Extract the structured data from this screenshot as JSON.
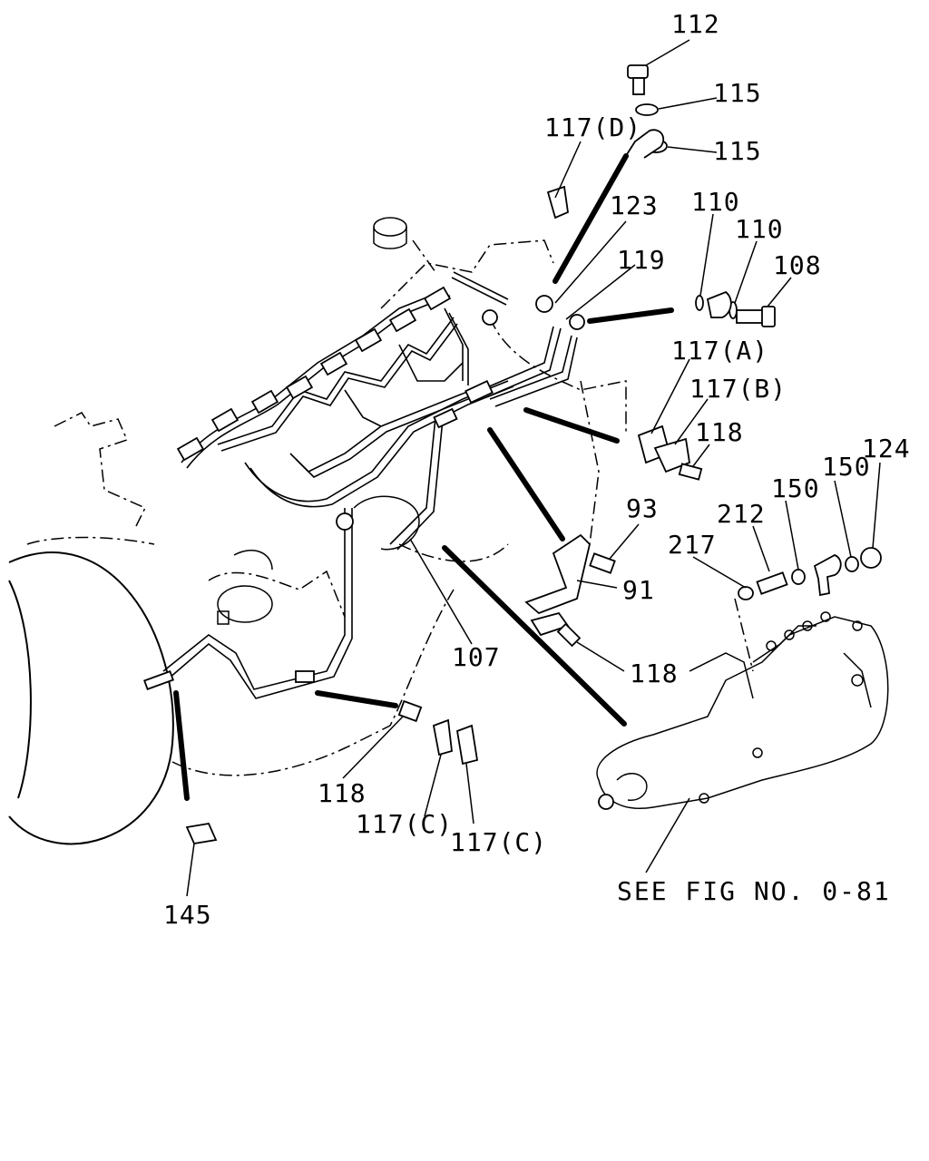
{
  "callouts": {
    "c112": "112",
    "c115a": "115",
    "c115b": "115",
    "c117d": "117(D)",
    "c123": "123",
    "c110a": "110",
    "c110b": "110",
    "c108": "108",
    "c119": "119",
    "c117a": "117(A)",
    "c117b": "117(B)",
    "c118a": "118",
    "c124": "124",
    "c150a": "150",
    "c150b": "150",
    "c212": "212",
    "c93": "93",
    "c217": "217",
    "c91": "91",
    "c107": "107",
    "c118b": "118",
    "c118c": "118",
    "c117c1": "117(C)",
    "c117c2": "117(C)",
    "c145": "145"
  },
  "reference_note": "SEE FIG NO. 0-81"
}
